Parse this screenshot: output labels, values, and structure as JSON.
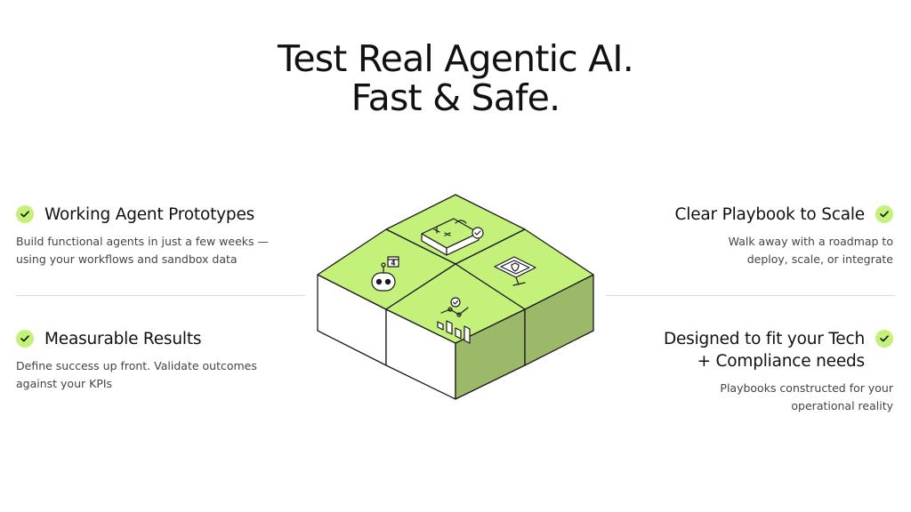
{
  "headline": {
    "line1": "Test Real Agentic AI.",
    "line2": "Fast & Safe."
  },
  "features": {
    "left_top": {
      "title": "Working Agent Prototypes",
      "desc1": "Build functional agents in just a few weeks —",
      "desc2": "using your workflows and sandbox data"
    },
    "left_bottom": {
      "title": "Measurable Results",
      "desc1": "Define success up front. Validate outcomes",
      "desc2": "against your KPIs"
    },
    "right_top": {
      "title": "Clear Playbook to Scale",
      "desc1": "Walk away with a roadmap to",
      "desc2": "deploy, scale, or integrate"
    },
    "right_bottom": {
      "title1": "Designed to fit your Tech",
      "title2": "+ Compliance needs",
      "desc1": "Playbooks constructed for your",
      "desc2": "operational reality"
    }
  },
  "illustration": {
    "robot_badge": "4",
    "icons": [
      "robot-icon",
      "calculator-icon",
      "shield-monitor-icon",
      "bar-chart-icon"
    ]
  },
  "colors": {
    "accent_green": "#c4f17a",
    "side_green": "#9bb969",
    "outline": "#1a1a1a",
    "text": "#111111",
    "muted": "#444444",
    "divider": "#d9d9d9"
  }
}
